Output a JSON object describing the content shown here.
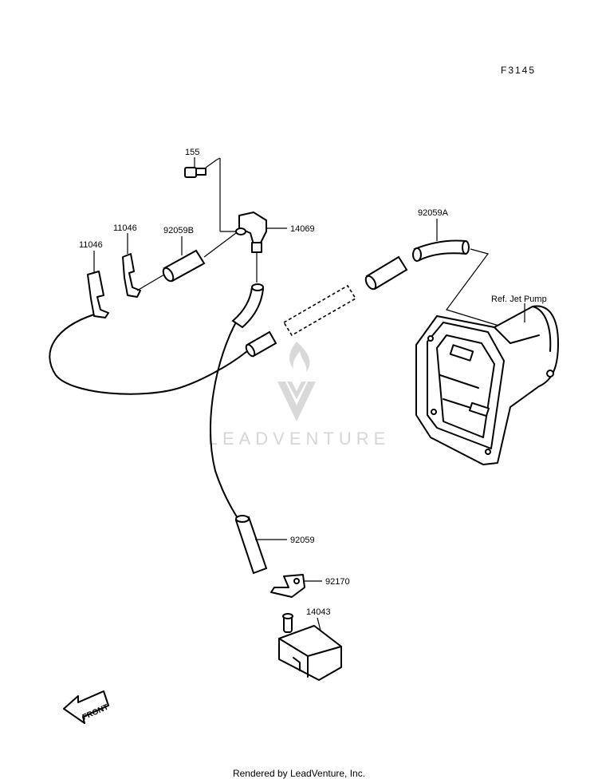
{
  "figure_code": "F3145",
  "watermark": "LEADVENTURE",
  "credit": "Rendered by LeadVenture, Inc.",
  "front_label": "FRONT",
  "labels": {
    "bolt": "155",
    "clamp_left": "11046",
    "clamp_right": "11046",
    "tube_b": "92059B",
    "fitting": "14069",
    "tube_a": "92059A",
    "jet_pump": "Ref. Jet Pump",
    "tube": "92059",
    "clamp_plate": "92170",
    "filter": "14043"
  }
}
